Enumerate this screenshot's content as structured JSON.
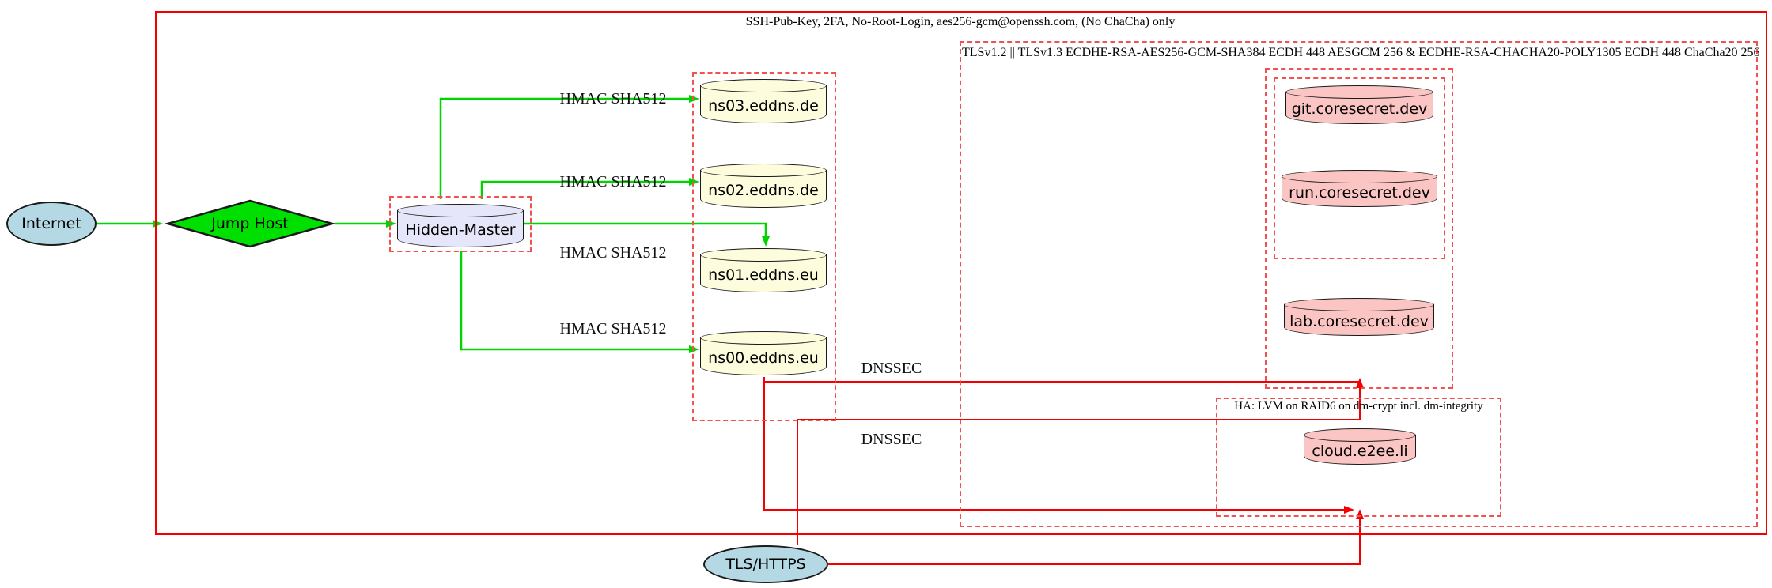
{
  "clusters": {
    "ssh": {
      "label": "SSH-Pub-Key, 2FA, No-Root-Login, aes256-gcm@openssh.com, (No ChaCha) only"
    },
    "tls": {
      "label": "TLSv1.2 || TLSv1.3 ECDHE-RSA-AES256-GCM-SHA384 ECDH 448 AESGCM 256 & ECDHE-RSA-CHACHA20-POLY1305 ECDH 448 ChaCha20 256"
    },
    "ha": {
      "label": "HA: LVM on RAID6 on dm-crypt incl. dm-integrity"
    }
  },
  "nodes": {
    "internet": {
      "label": "Internet",
      "shape": "ellipse",
      "fill": "#b4d9e4"
    },
    "jump_host": {
      "label": "Jump Host",
      "shape": "diamond",
      "fill": "#00e000"
    },
    "hidden_master": {
      "label": "Hidden-Master",
      "shape": "cylinder",
      "fill": "#e6e6fa"
    },
    "ns03": {
      "label": "ns03.eddns.de",
      "shape": "cylinder",
      "fill": "#fdfcdc"
    },
    "ns02": {
      "label": "ns02.eddns.de",
      "shape": "cylinder",
      "fill": "#fdfcdc"
    },
    "ns01": {
      "label": "ns01.eddns.eu",
      "shape": "cylinder",
      "fill": "#fdfcdc"
    },
    "ns00": {
      "label": "ns00.eddns.eu",
      "shape": "cylinder",
      "fill": "#fdfcdc"
    },
    "git": {
      "label": "git.coresecret.dev",
      "shape": "cylinder",
      "fill": "#fbc5c3"
    },
    "run": {
      "label": "run.coresecret.dev",
      "shape": "cylinder",
      "fill": "#fbc5c3"
    },
    "lab": {
      "label": "lab.coresecret.dev",
      "shape": "cylinder",
      "fill": "#fbc5c3"
    },
    "cloud": {
      "label": "cloud.e2ee.li",
      "shape": "cylinder",
      "fill": "#fbc5c3"
    },
    "tls_https": {
      "label": "TLS/HTTPS",
      "shape": "ellipse",
      "fill": "#b4d9e4"
    }
  },
  "edge_labels": {
    "hmac1": "HMAC SHA512",
    "hmac2": "HMAC SHA512",
    "hmac3": "HMAC SHA512",
    "hmac4": "HMAC SHA512",
    "dnssec1": "DNSSEC",
    "dnssec2": "DNSSEC"
  },
  "colors": {
    "edge_green": "#00d400",
    "edge_red": "#f40000",
    "cluster_dash_red": "#f35050",
    "node_border": "#1a1a1a",
    "fill_lightblue": "#b4d9e4",
    "fill_lightyellow": "#fdfcdc",
    "fill_lavender": "#e6e6fa",
    "fill_pink": "#fbc5c3",
    "fill_green": "#00e000"
  }
}
